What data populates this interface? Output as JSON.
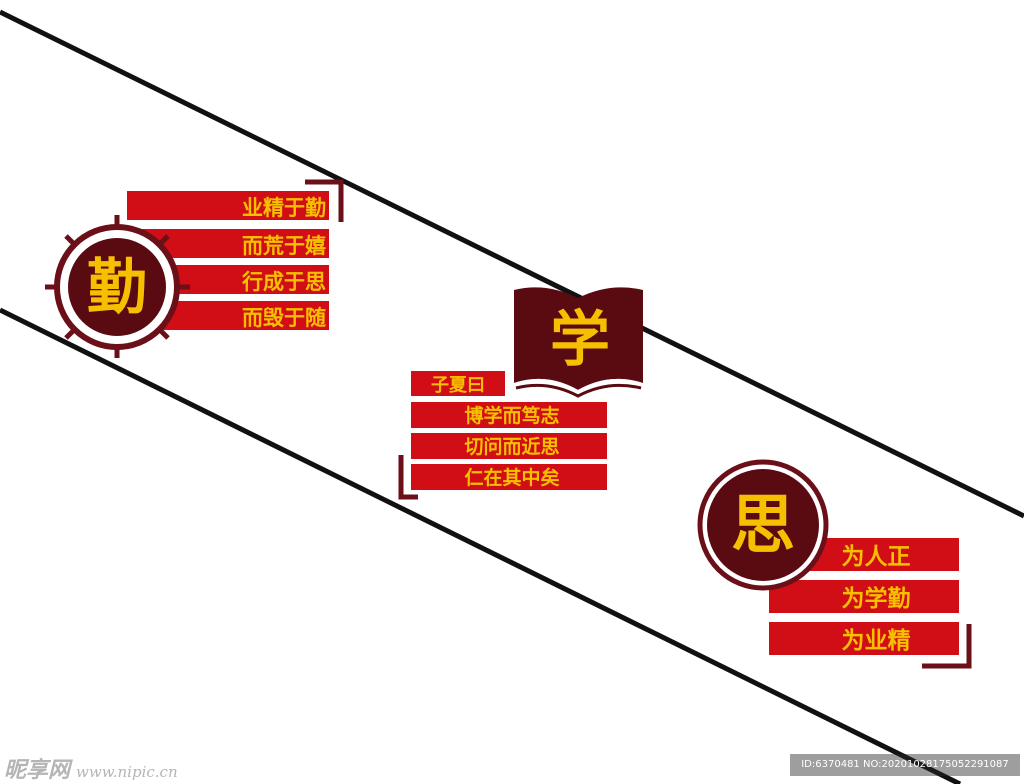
{
  "colors": {
    "bar_red": "#d10d16",
    "dark_maroon": "#5a0b12",
    "accent_maroon": "#6b0f18",
    "text_gold": "#f6c000",
    "line_black": "#111111"
  },
  "qin": {
    "badge_char": "勤",
    "lines": [
      "业精于勤",
      "而荒于嬉",
      "行成于思",
      "而毁于随"
    ]
  },
  "xue": {
    "badge_char": "学",
    "lines": [
      "子夏曰",
      "博学而笃志",
      "切问而近思",
      "仁在其中矣"
    ]
  },
  "si": {
    "badge_char": "思",
    "lines": [
      "为人正",
      "为学勤",
      "为业精"
    ]
  },
  "watermark": {
    "logo": "昵享网",
    "url": "www.nipic.cn",
    "id_text": "ID:6370481 NO:20201028175052291087"
  }
}
